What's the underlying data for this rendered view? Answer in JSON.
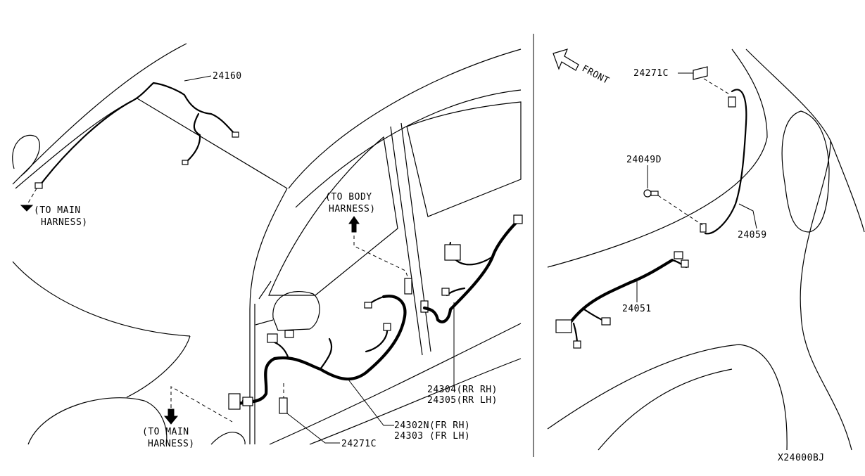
{
  "colors": {
    "ink": "#000000",
    "paper": "#ffffff"
  },
  "left_view": {
    "labels": {
      "p24160": "24160",
      "to_main_1_line1": "(TO MAIN",
      "to_main_1_line2": "HARNESS)",
      "to_body_line1": "(TO BODY",
      "to_body_line2": "HARNESS)",
      "to_main_2_line1": "(TO MAIN",
      "to_main_2_line2": "HARNESS)",
      "p24304": "24304(RR RH)",
      "p24305": "24305(RR LH)",
      "p24302n": "24302N(FR RH)",
      "p24303": "24303 (FR LH)",
      "p24271c_left": "24271C"
    }
  },
  "right_view": {
    "labels": {
      "front": "FRONT",
      "p24271c_right": "24271C",
      "p24049d": "24049D",
      "p24059": "24059",
      "p24051": "24051"
    }
  },
  "diagram_code": "X24000BJ"
}
